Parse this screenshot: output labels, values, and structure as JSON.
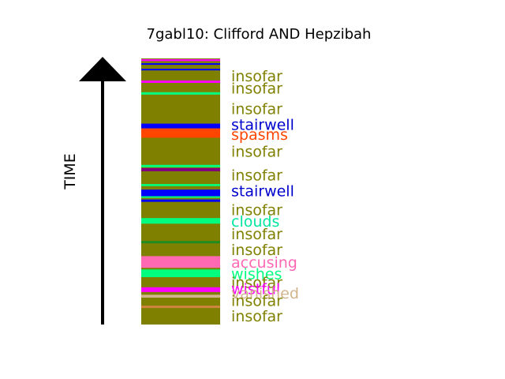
{
  "chart_data": {
    "type": "timeline-bar",
    "title": "7gabl10: Clifford AND Hepzibah",
    "ylabel": "TIME",
    "base_color": "#808000",
    "ylim": [
      0,
      100
    ],
    "bands": [
      {
        "y0": 0.3,
        "y1": 1.0,
        "color": "#ff00ff"
      },
      {
        "y0": 1.8,
        "y1": 2.4,
        "color": "#0000ff"
      },
      {
        "y0": 3.9,
        "y1": 4.5,
        "color": "#0000ff"
      },
      {
        "y0": 8.3,
        "y1": 9.2,
        "color": "#ff00ff"
      },
      {
        "y0": 12.7,
        "y1": 13.6,
        "color": "#00ff7f"
      },
      {
        "y0": 24.5,
        "y1": 26.3,
        "color": "#0000ff"
      },
      {
        "y0": 26.3,
        "y1": 29.8,
        "color": "#ff4500"
      },
      {
        "y0": 40.0,
        "y1": 40.9,
        "color": "#00ff7f"
      },
      {
        "y0": 41.2,
        "y1": 42.4,
        "color": "#800080"
      },
      {
        "y0": 47.2,
        "y1": 48.0,
        "color": "#00ff7f"
      },
      {
        "y0": 49.3,
        "y1": 51.8,
        "color": "#0000ff"
      },
      {
        "y0": 51.8,
        "y1": 52.4,
        "color": "#00ff7f"
      },
      {
        "y0": 53.0,
        "y1": 53.9,
        "color": "#0000ff"
      },
      {
        "y0": 60.0,
        "y1": 62.1,
        "color": "#00ff7f"
      },
      {
        "y0": 68.6,
        "y1": 69.5,
        "color": "#228b22"
      },
      {
        "y0": 74.3,
        "y1": 78.7,
        "color": "#ff69b4"
      },
      {
        "y0": 79.3,
        "y1": 82.2,
        "color": "#00ff7f"
      },
      {
        "y0": 86.0,
        "y1": 87.8,
        "color": "#ff00ff"
      },
      {
        "y0": 88.8,
        "y1": 89.9,
        "color": "#d2b48c"
      },
      {
        "y0": 92.9,
        "y1": 93.8,
        "color": "#cd853f"
      }
    ],
    "labels": [
      {
        "text": "insofar",
        "y": 6.5,
        "color": "#808000"
      },
      {
        "text": "insofar",
        "y": 11.2,
        "color": "#808000"
      },
      {
        "text": "insofar",
        "y": 18.8,
        "color": "#808000"
      },
      {
        "text": "stairwell",
        "y": 24.8,
        "color": "#0000cd"
      },
      {
        "text": "spasms",
        "y": 28.5,
        "color": "#ff4500"
      },
      {
        "text": "insofar",
        "y": 34.8,
        "color": "#808000"
      },
      {
        "text": "insofar",
        "y": 43.8,
        "color": "#808000"
      },
      {
        "text": "stairwell",
        "y": 49.7,
        "color": "#0000cd"
      },
      {
        "text": "insofar",
        "y": 56.8,
        "color": "#808000"
      },
      {
        "text": "clouds",
        "y": 61.2,
        "color": "#00e5a0"
      },
      {
        "text": "insofar",
        "y": 65.9,
        "color": "#808000"
      },
      {
        "text": "insofar",
        "y": 71.8,
        "color": "#808000"
      },
      {
        "text": "accusing",
        "y": 76.5,
        "color": "#ff69b4"
      },
      {
        "text": "wishes",
        "y": 80.9,
        "color": "#00ff7f"
      },
      {
        "text": "insofar",
        "y": 84.1,
        "color": "#808000"
      },
      {
        "text": "wistful",
        "y": 86.5,
        "color": "#ff00ff"
      },
      {
        "text": "vanished",
        "y": 88.2,
        "color": "#d2b48c"
      },
      {
        "text": "insofar",
        "y": 90.9,
        "color": "#808000"
      },
      {
        "text": "insofar",
        "y": 96.8,
        "color": "#808000"
      }
    ]
  }
}
